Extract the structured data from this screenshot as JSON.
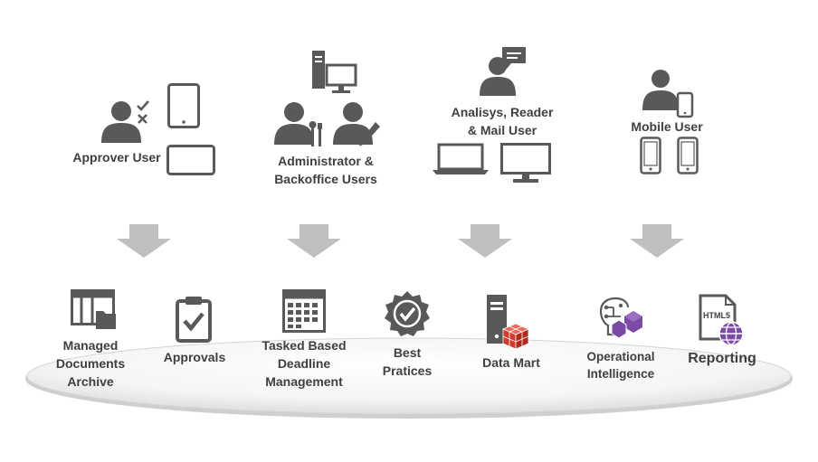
{
  "user_groups": [
    {
      "label": "Approver User"
    },
    {
      "label_line1": "Administrator &",
      "label_line2": "Backoffice Users"
    },
    {
      "label_line1": "Analisys, Reader",
      "label_line2": "& Mail User"
    },
    {
      "label": "Mobile User"
    }
  ],
  "modules": [
    {
      "line1": "Managed",
      "line2": "Documents",
      "line3": "Archive"
    },
    {
      "label": "Approvals"
    },
    {
      "line1": "Tasked Based",
      "line2": "Deadline",
      "line3": "Management"
    },
    {
      "line1": "Best",
      "line2": "Pratices"
    },
    {
      "label": "Data Mart"
    },
    {
      "line1": "Operational",
      "line2": "Intelligence"
    },
    {
      "label": "Reporting",
      "icon_text": "HTML5"
    }
  ],
  "colors": {
    "icon_gray": "#595959",
    "arrow_gray": "#bfbfbf",
    "red": "#e04a3a",
    "purple": "#7b4aa6"
  }
}
